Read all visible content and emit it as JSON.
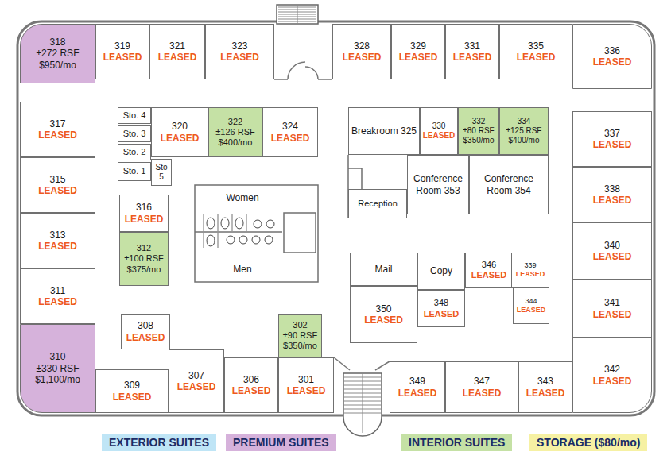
{
  "diagram": {
    "nodes": [
      {
        "text": [
          "318",
          "±272 RSF",
          "$950/mo"
        ]
      },
      {
        "text": [
          "319",
          "LEASED"
        ]
      },
      {
        "text": [
          "321",
          "LEASED"
        ]
      },
      {
        "text": [
          "323",
          "LEASED"
        ]
      },
      {
        "text": [
          "328",
          "LEASED"
        ]
      },
      {
        "text": [
          "329",
          "LEASED"
        ]
      },
      {
        "text": [
          "331",
          "LEASED"
        ]
      },
      {
        "text": [
          "335",
          "LEASED"
        ]
      },
      {
        "text": [
          "336",
          "LEASED"
        ]
      },
      {
        "text": [
          "317",
          "LEASED"
        ]
      },
      {
        "text": [
          "Sto. 4"
        ]
      },
      {
        "text": [
          "320",
          "LEASED"
        ]
      },
      {
        "text": [
          "322",
          "±126 RSF",
          "$400/mo"
        ]
      },
      {
        "text": [
          "324",
          "LEASED"
        ]
      },
      {
        "text": [
          "Breakroom 325"
        ]
      },
      {
        "text": [
          "330",
          "LEASED"
        ]
      },
      {
        "text": [
          "332",
          "±80 RSF",
          "$350/mo"
        ]
      },
      {
        "text": [
          "334",
          "±125 RSF",
          "$400/mo"
        ]
      },
      {
        "text": [
          "337",
          "LEASED"
        ]
      },
      {
        "text": [
          "Sto. 3"
        ]
      },
      {
        "text": [
          "Sto. 2"
        ]
      },
      {
        "text": [
          "Sto. 1"
        ]
      },
      {
        "text": [
          "Sto 5"
        ]
      },
      {
        "text": [
          "Conference Room 353"
        ]
      },
      {
        "text": [
          "Conference Room 354"
        ]
      },
      {
        "text": [
          "Reception"
        ]
      },
      {
        "text": [
          "315",
          "LEASED"
        ]
      },
      {
        "text": [
          "316",
          "LEASED"
        ]
      },
      {
        "text": [
          "Women"
        ]
      },
      {
        "text": [
          "338",
          "LEASED"
        ]
      },
      {
        "text": [
          "313",
          "LEASED"
        ]
      },
      {
        "text": [
          "312",
          "±100 RSF",
          "$375/mo"
        ]
      },
      {
        "text": [
          "Men"
        ]
      },
      {
        "text": [
          "Mail"
        ]
      },
      {
        "text": [
          "Copy"
        ]
      },
      {
        "text": [
          "346",
          "LEASED"
        ]
      },
      {
        "text": [
          "339",
          "LEASED"
        ]
      },
      {
        "text": [
          "340",
          "LEASED"
        ]
      },
      {
        "text": [
          "311",
          "LEASED"
        ]
      },
      {
        "text": [
          "350",
          "LEASED"
        ]
      },
      {
        "text": [
          "348",
          "LEASED"
        ]
      },
      {
        "text": [
          "344",
          "LEASED"
        ]
      },
      {
        "text": [
          "341",
          "LEASED"
        ]
      },
      {
        "text": [
          "308",
          "LEASED"
        ]
      },
      {
        "text": [
          "302",
          "±90 RSF",
          "$350/mo"
        ]
      },
      {
        "text": [
          "310",
          "±330 RSF",
          "$1,100/mo"
        ]
      },
      {
        "text": [
          "309",
          "LEASED"
        ]
      },
      {
        "text": [
          "307",
          "LEASED"
        ]
      },
      {
        "text": [
          "306",
          "LEASED"
        ]
      },
      {
        "text": [
          "301",
          "LEASED"
        ]
      },
      {
        "text": [
          "349",
          "LEASED"
        ]
      },
      {
        "text": [
          "347",
          "LEASED"
        ]
      },
      {
        "text": [
          "343",
          "LEASED"
        ]
      },
      {
        "text": [
          "342",
          "LEASED"
        ]
      }
    ],
    "legend": [
      {
        "text": "EXTERIOR SUITES",
        "color": "#bfe5f6"
      },
      {
        "text": "PREMIUM SUITES",
        "color": "#d6b2db"
      },
      {
        "text": "INTERIOR SUITES",
        "color": "#c5e1a5"
      },
      {
        "text": "STORAGE ($80/mo)",
        "color": "#f6f1a3"
      }
    ]
  }
}
